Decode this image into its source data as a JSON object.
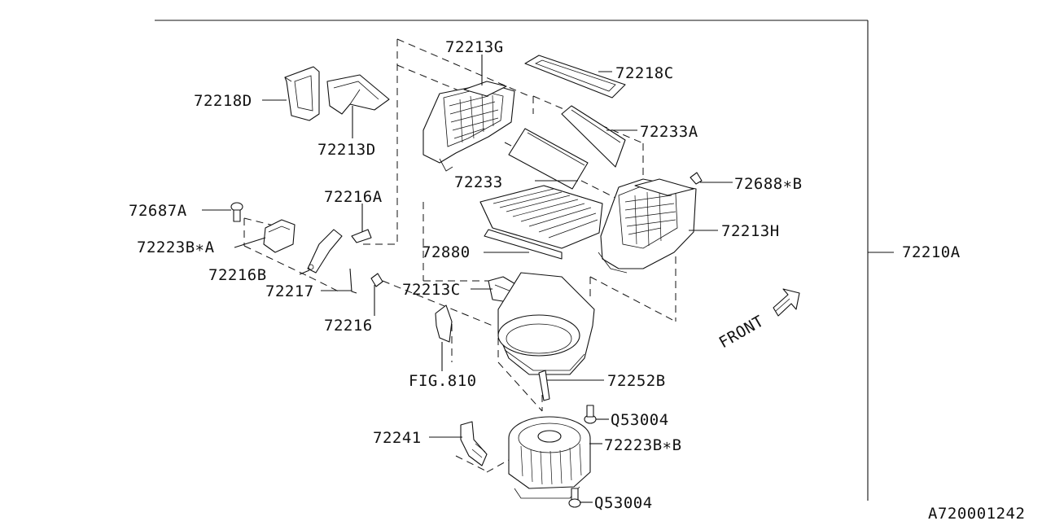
{
  "labels": {
    "p72213G": "72213G",
    "p72218C": "72218C",
    "p72218D": "72218D",
    "p72213D": "72213D",
    "p72233A": "72233A",
    "p72233": "72233",
    "p72688B": "72688∗B",
    "p72216A": "72216A",
    "p72687A": "72687A",
    "p72213H": "72213H",
    "p72223BA": "72223B∗A",
    "p72880": "72880",
    "p72210A": "72210A",
    "p72216B": "72216B",
    "p72217": "72217",
    "p72213C": "72213C",
    "p72216": "72216",
    "front": "FRONT",
    "fig810": "FIG.810",
    "p72252B": "72252B",
    "pQ53004a": "Q53004",
    "p72241": "72241",
    "p72223BB": "72223B∗B",
    "pQ53004b": "Q53004",
    "drawing_id": "A720001242"
  }
}
